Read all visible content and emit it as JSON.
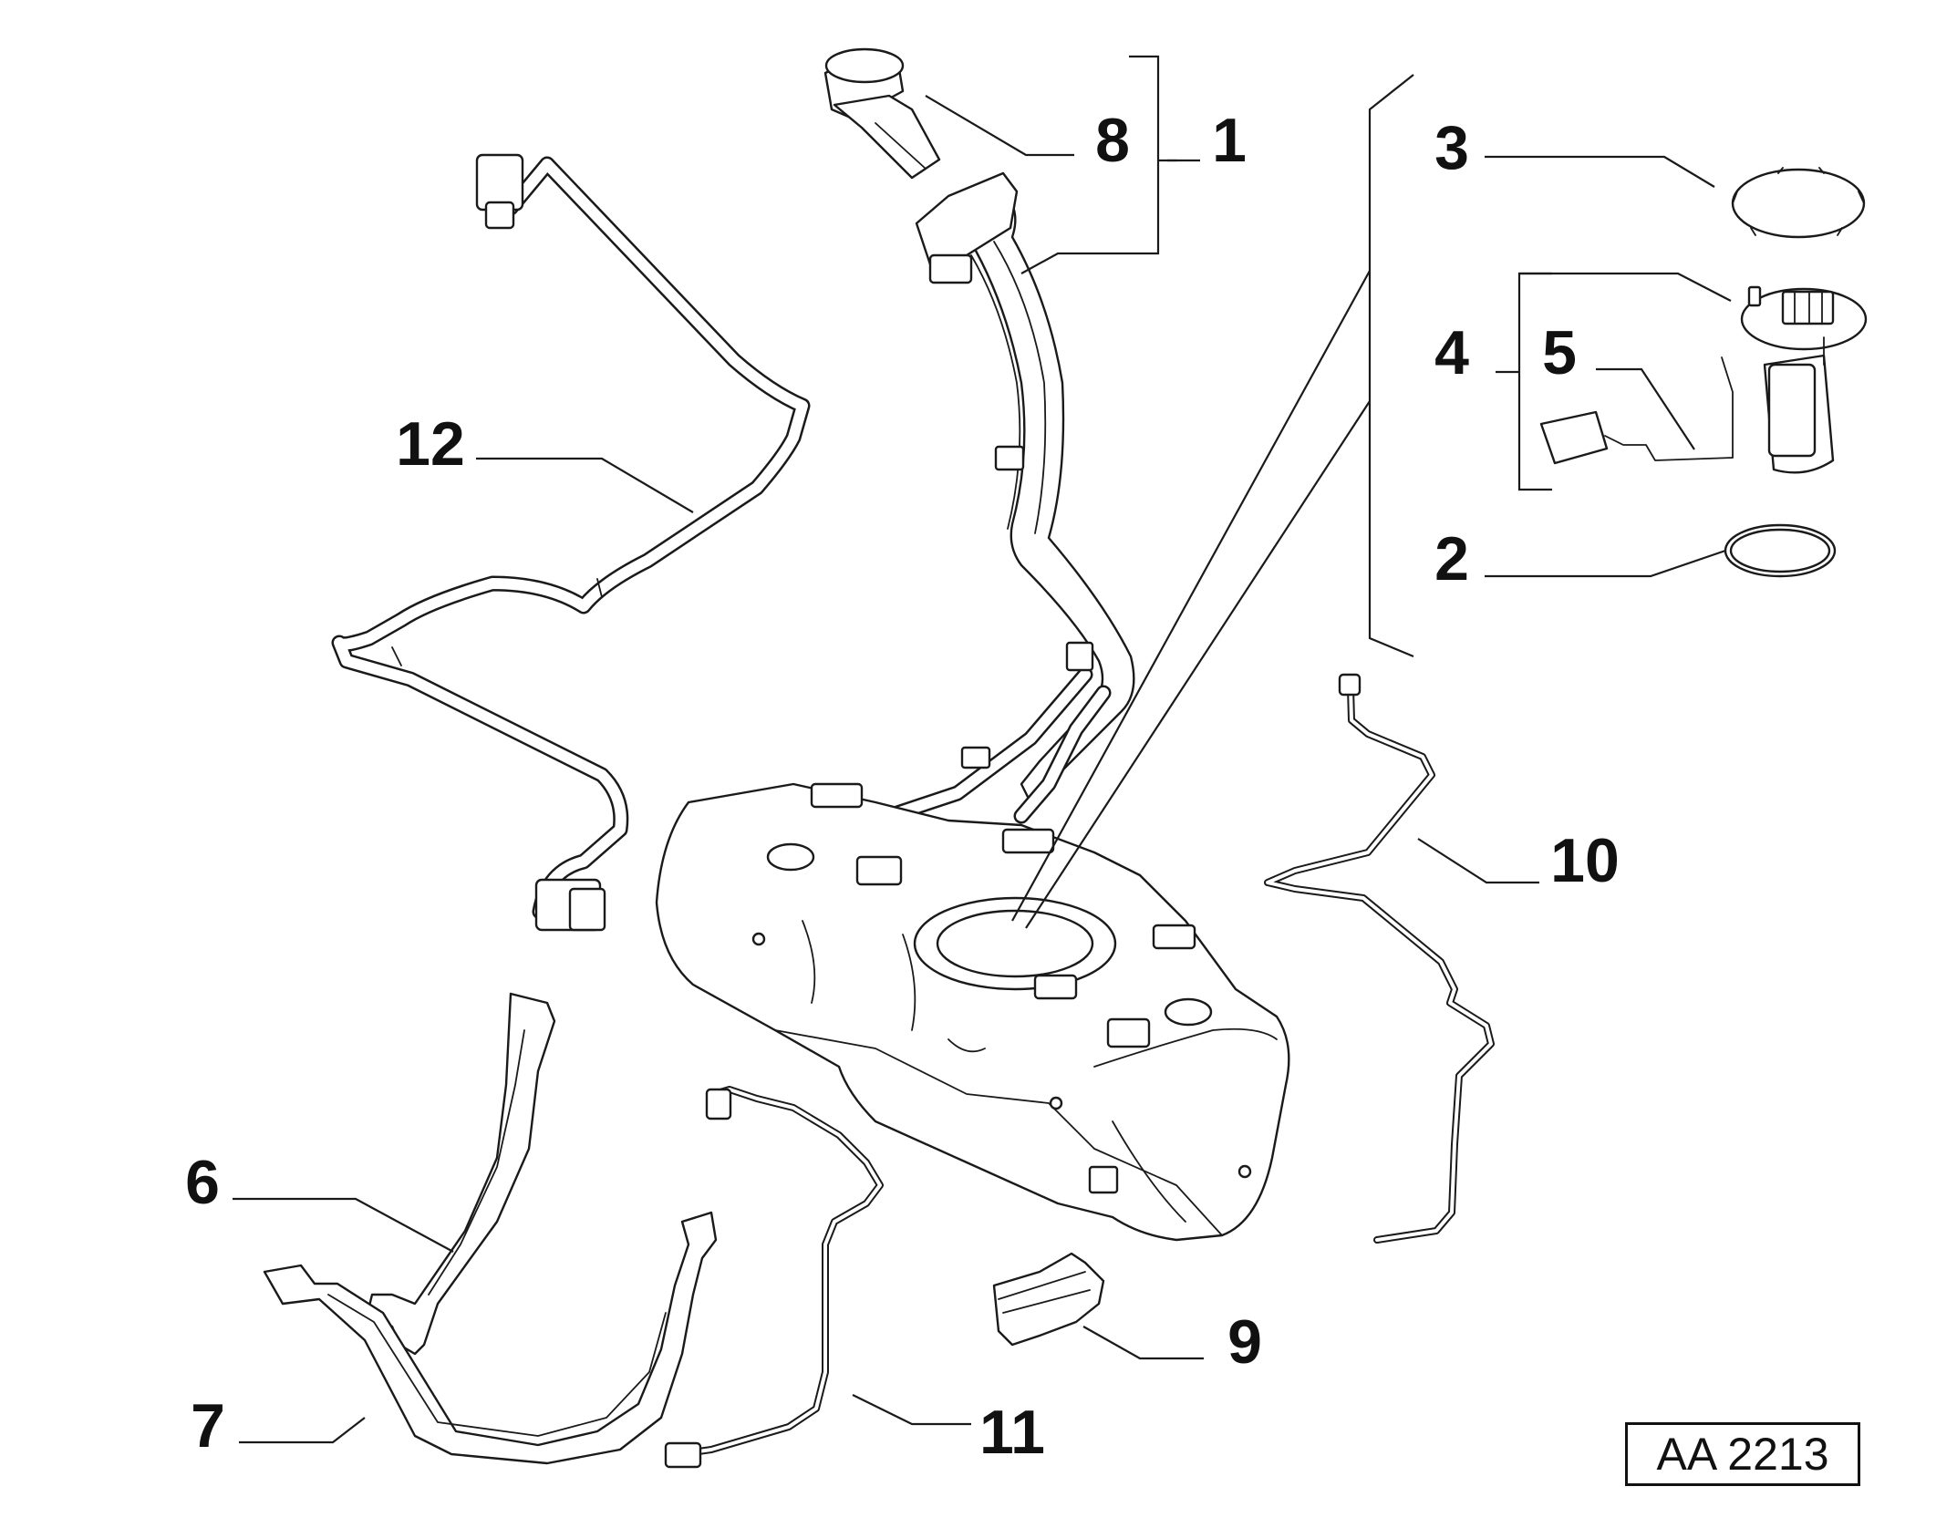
{
  "callouts": {
    "c1": "1",
    "c2": "2",
    "c3": "3",
    "c4": "4",
    "c5": "5",
    "c6": "6",
    "c7": "7",
    "c8": "8",
    "c9": "9",
    "c10": "10",
    "c11": "11",
    "c12": "12"
  },
  "reference": "AA 2213",
  "colors": {
    "line": "#1a1a1a",
    "background": "#ffffff"
  }
}
